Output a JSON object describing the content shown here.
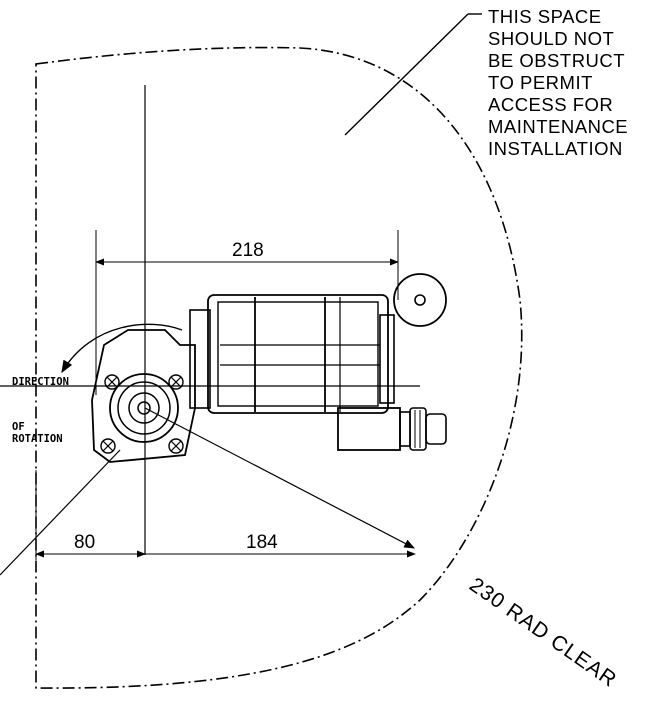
{
  "note": {
    "lines": [
      "THIS SPACE",
      "SHOULD NOT",
      "BE OBSTRUCT",
      "TO PERMIT",
      "ACCESS FOR",
      "MAINTENANCE",
      "INSTALLATION"
    ]
  },
  "dimensions": {
    "top_width": "218",
    "left_offset": "80",
    "bottom_width": "184"
  },
  "rotation": {
    "lines": [
      "DIRECTION",
      "OF",
      "ROTATION"
    ]
  },
  "clearance": {
    "label": "230 RAD CLEAR"
  }
}
